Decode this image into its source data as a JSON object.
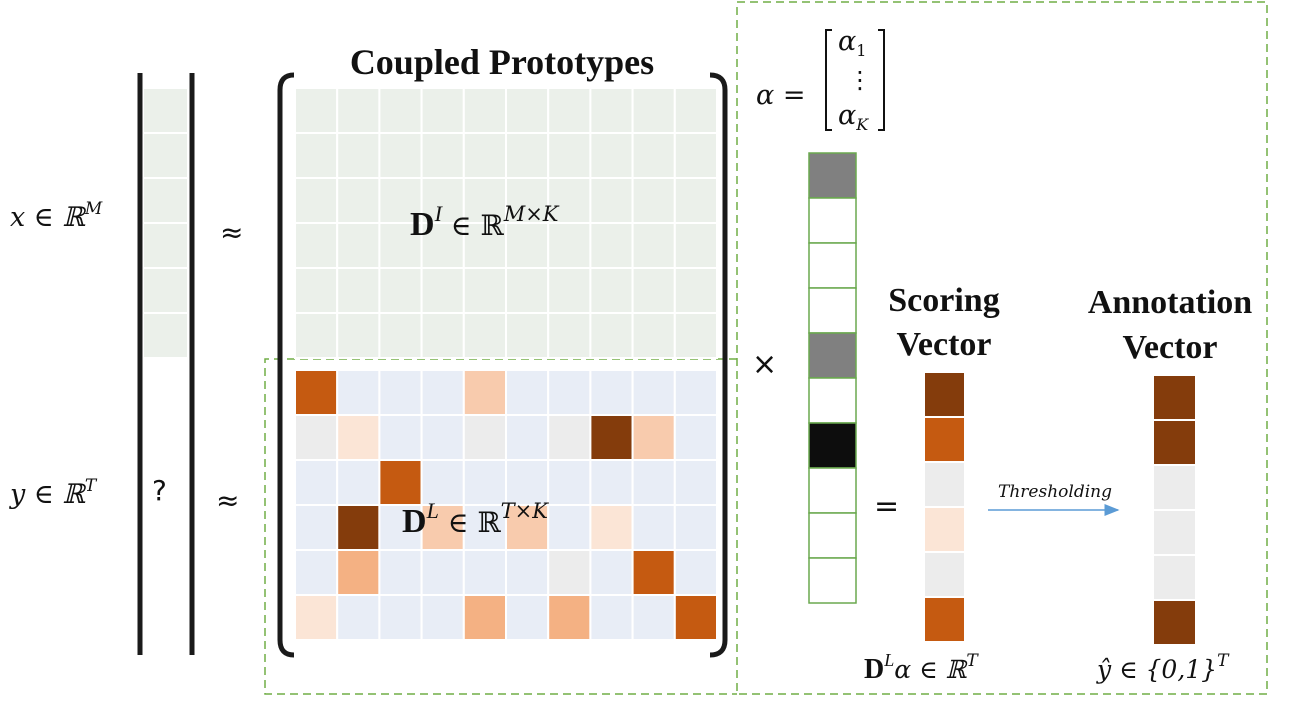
{
  "labels": {
    "x_eq": "x ∈ ℝ",
    "x_sup": "M",
    "y_eq": "y ∈ ℝ",
    "y_sup": "T",
    "unknown": "?",
    "approx1": "≈",
    "approx2": "≈",
    "coupled_title": "Coupled Prototypes",
    "di_base": "D",
    "di_sup": "I",
    "di_rest": " ∈ ℝ",
    "di_dims": "M×K",
    "dl_base": "D",
    "dl_sup": "L",
    "dl_rest": " ∈ ℝ",
    "dl_dims": "T×K",
    "alpha_lhs": "α =",
    "alpha_1": "α",
    "alpha_1_sub": "1",
    "alpha_dots": "⋮",
    "alpha_k": "α",
    "alpha_k_sub": "K",
    "times": "×",
    "equals": "=",
    "scoring_line1": "Scoring",
    "scoring_line2": "Vector",
    "annotation_line1": "Annotation",
    "annotation_line2": "Vector",
    "thresholding": "Thresholding",
    "score_formula_base": "D",
    "score_formula_sup": "L",
    "score_formula_rest": "α ∈ ℝ",
    "score_formula_dims": "T",
    "yhat_formula": "ŷ ∈ {0,1}",
    "yhat_dims": "T"
  },
  "colors": {
    "x_cell": "#ebf0ea",
    "di_cell": "#ebf0ea",
    "dl_base": "#e8edf6",
    "grid_line": "#ffffff",
    "dashed_green": "#70ad47",
    "alpha_border": "#6aa84f",
    "arrow": "#5b9bd5",
    "bracket": "#1a1a1a"
  },
  "alpha_cells": [
    "#808080",
    "#ffffff",
    "#ffffff",
    "#ffffff",
    "#808080",
    "#ffffff",
    "#0d0d0d",
    "#ffffff",
    "#ffffff",
    "#ffffff"
  ],
  "dl_cells": [
    [
      "#c55a11",
      "",
      "",
      "",
      "#f8cbad",
      "",
      "",
      "",
      "",
      ""
    ],
    [
      "#ececec",
      "#fbe5d6",
      "",
      "",
      "#ececec",
      "",
      "#ececec",
      "#843c0c",
      "#f8cbad",
      ""
    ],
    [
      "",
      "",
      "#c55a11",
      "",
      "",
      "",
      "",
      "",
      "",
      ""
    ],
    [
      "",
      "#843c0c",
      "",
      "#f8cbad",
      "",
      "#f8cbad",
      "",
      "#fbe5d6",
      "",
      ""
    ],
    [
      "",
      "#f4b183",
      "",
      "",
      "",
      "",
      "#ececec",
      "",
      "#c55a11",
      ""
    ],
    [
      "#fbe5d6",
      "",
      "",
      "",
      "#f4b183",
      "",
      "#f4b183",
      "",
      "",
      "#c55a11"
    ]
  ],
  "scoring_cells": [
    "#843c0c",
    "#c55a11",
    "#ececec",
    "#fbe5d6",
    "#ececec",
    "#c55a11"
  ],
  "annotation_cells": [
    "#843c0c",
    "#843c0c",
    "#ececec",
    "#ececec",
    "#ececec",
    "#843c0c"
  ]
}
